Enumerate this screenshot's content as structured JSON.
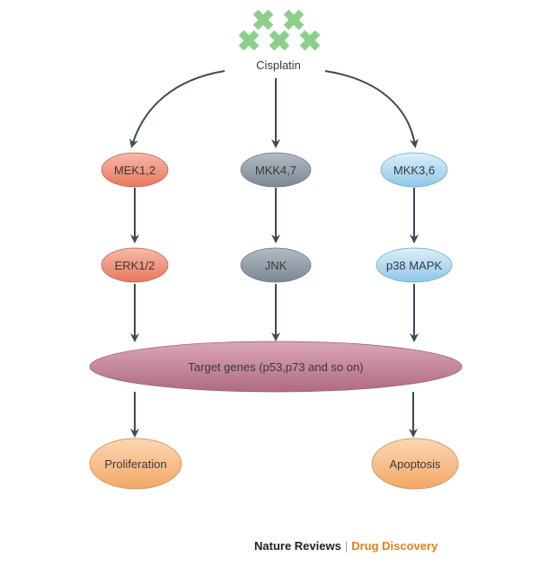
{
  "drug": {
    "label": "Cisplatin"
  },
  "pathways": {
    "left": {
      "kinase": "MEK1,2",
      "mapk": "ERK1/2",
      "color": "#f08e78"
    },
    "middle": {
      "kinase": "MKK4,7",
      "mapk": "JNK",
      "color": "#8f9aa5"
    },
    "right": {
      "kinase": "MKK3,6",
      "mapk": "p38 MAPK",
      "color": "#a9d6f0"
    }
  },
  "target": {
    "label": "Target genes (p53,p73 and so on)",
    "color": "#c27d92"
  },
  "outcomes": {
    "left": {
      "label": "Proliferation",
      "color": "#f8be8a"
    },
    "right": {
      "label": "Apoptosis",
      "color": "#f8be8a"
    }
  },
  "credit": {
    "publisher": "Nature Reviews",
    "separator": "|",
    "journal": "Drug Discovery"
  },
  "colors": {
    "arrow": "#3e4c57",
    "cross": "#8ccf8c"
  }
}
